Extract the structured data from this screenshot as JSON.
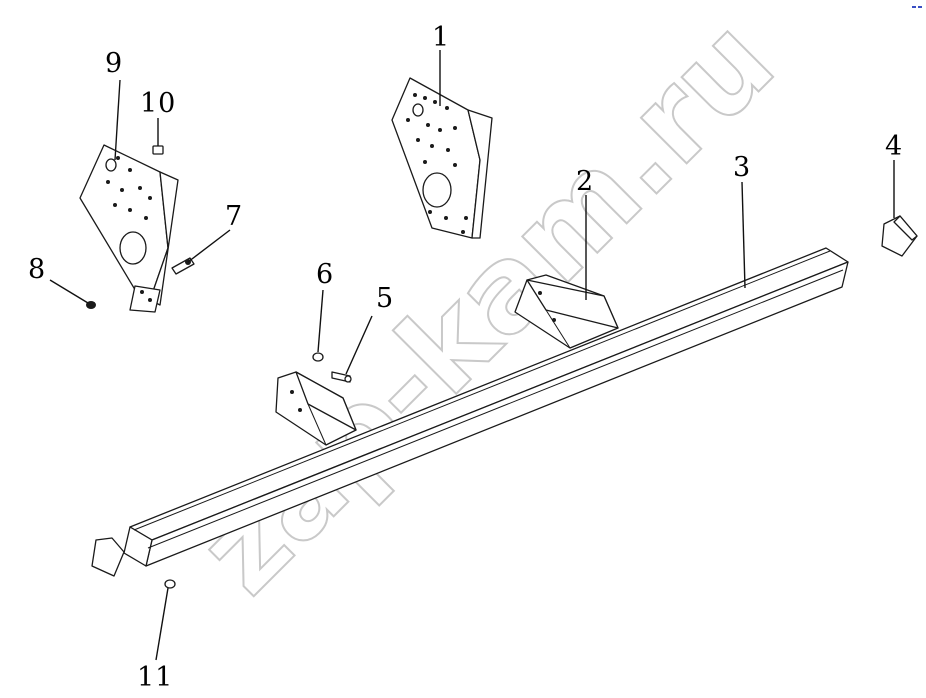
{
  "watermark": "zap-kam.ru",
  "colors": {
    "line": "#1a1a1a",
    "watermark": "#c9c9c9",
    "background": "#ffffff"
  },
  "callouts": [
    {
      "id": "1",
      "label": "1"
    },
    {
      "id": "2",
      "label": "2"
    },
    {
      "id": "3",
      "label": "3"
    },
    {
      "id": "4",
      "label": "4"
    },
    {
      "id": "5",
      "label": "5"
    },
    {
      "id": "6",
      "label": "6"
    },
    {
      "id": "7",
      "label": "7"
    },
    {
      "id": "8",
      "label": "8"
    },
    {
      "id": "9",
      "label": "9"
    },
    {
      "id": "10",
      "label": "10"
    },
    {
      "id": "11",
      "label": "11"
    }
  ]
}
